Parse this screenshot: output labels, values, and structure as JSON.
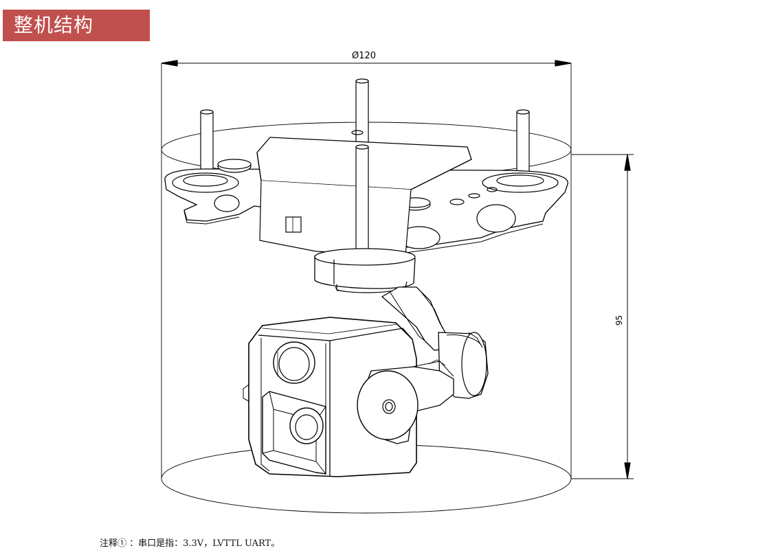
{
  "header": {
    "title": "整机结构",
    "background_color": "#c0504d",
    "text_color": "#ffffff"
  },
  "dimensions": {
    "diameter_label": "Ø120",
    "height_label": "95"
  },
  "note": {
    "text": "注释① ：串口是指：3.3V，LVTTL UART。"
  }
}
